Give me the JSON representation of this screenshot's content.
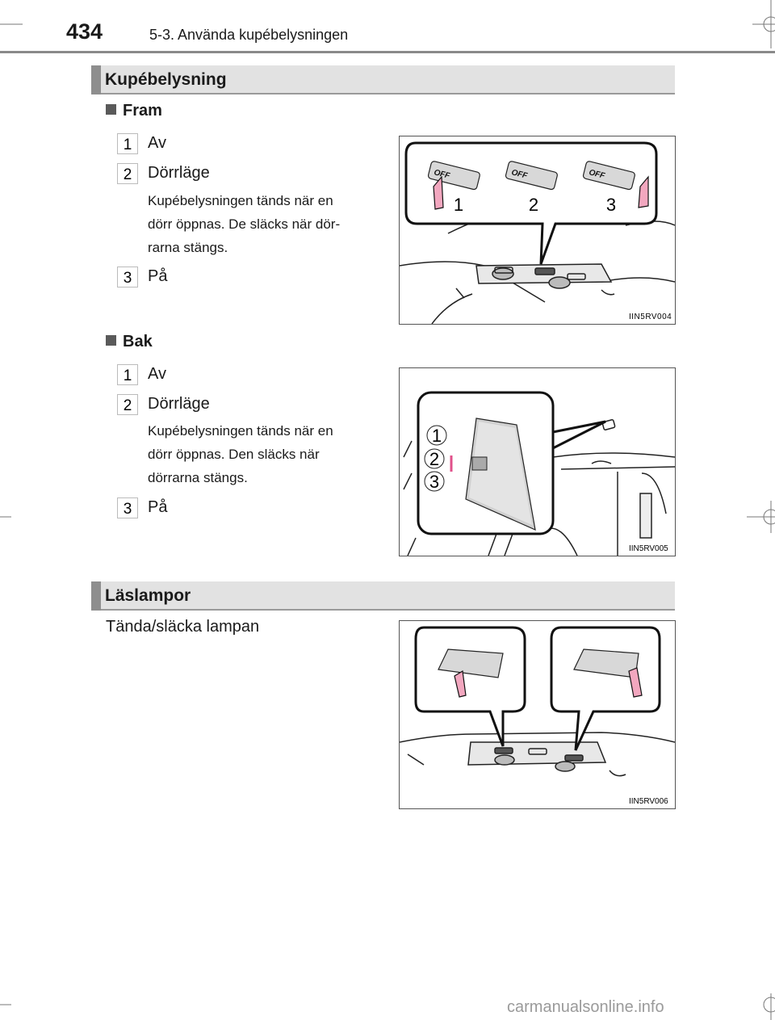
{
  "header": {
    "page_number": "434",
    "chapter": "5-3. Använda kupébelysningen"
  },
  "section1": {
    "title": "Kupébelysning",
    "front": {
      "title": "Fram",
      "items": [
        {
          "num": "1",
          "label": "Av"
        },
        {
          "num": "2",
          "label": "Dörrläge",
          "desc_lines": [
            "Kupébelysningen tänds när en",
            "dörr öppnas. De släcks när dör-",
            "rarna stängs."
          ]
        },
        {
          "num": "3",
          "label": "På"
        }
      ],
      "figure_code": "IIN5RV004",
      "callouts": [
        "1",
        "2",
        "3"
      ],
      "switch_label": "OFF"
    },
    "rear": {
      "title": "Bak",
      "items": [
        {
          "num": "1",
          "label": "Av"
        },
        {
          "num": "2",
          "label": "Dörrläge",
          "desc_lines": [
            "Kupébelysningen tänds när en",
            "dörr öppnas. Den släcks när",
            "dörrarna stängs."
          ]
        },
        {
          "num": "3",
          "label": "På"
        }
      ],
      "figure_code": "IIN5RV005",
      "callouts": [
        "1",
        "2",
        "3"
      ]
    }
  },
  "section2": {
    "title": "Läslampor",
    "text": "Tända/släcka lampan",
    "figure_code": "IIN5RV006"
  },
  "footer": {
    "watermark": "carmanualsonline.info"
  }
}
